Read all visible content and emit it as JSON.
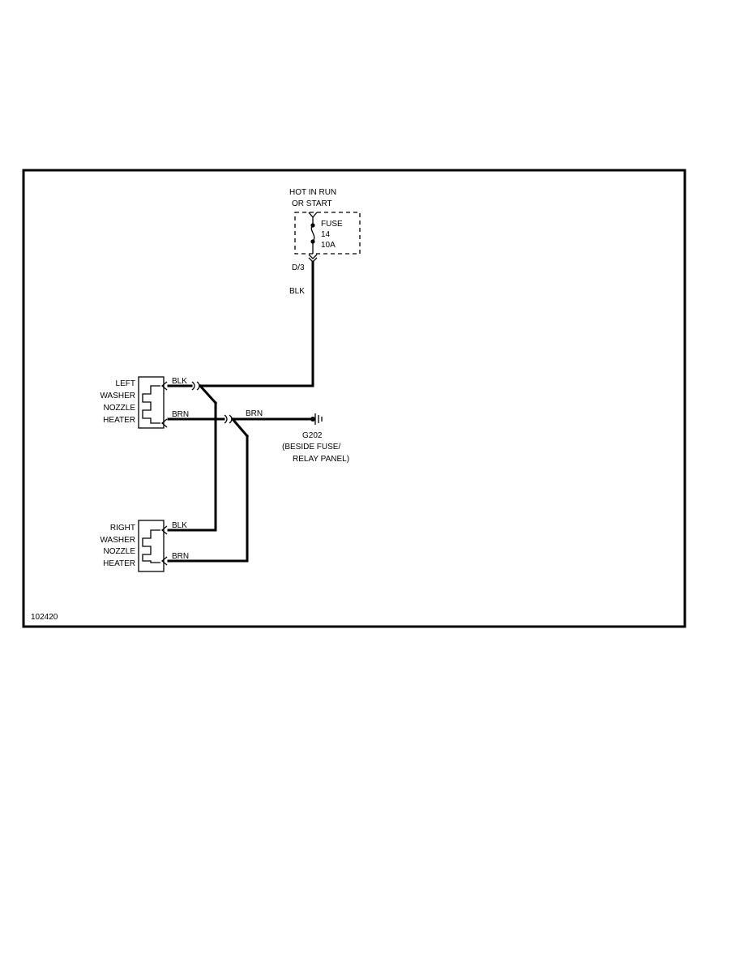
{
  "power_source": {
    "line1": "HOT IN RUN",
    "line2": "OR START"
  },
  "fuse": {
    "label": "FUSE",
    "number": "14",
    "rating": "10A",
    "connector": "D/3"
  },
  "wires": {
    "fuse_feed": "BLK",
    "left_blk": "BLK",
    "left_brn": "BRN",
    "ground_brn": "BRN",
    "right_blk": "BLK",
    "right_brn": "BRN"
  },
  "left_heater": {
    "lines": [
      "LEFT",
      "WASHER",
      "NOZZLE",
      "HEATER"
    ]
  },
  "right_heater": {
    "lines": [
      "RIGHT",
      "WASHER",
      "NOZZLE",
      "HEATER"
    ]
  },
  "ground": {
    "id": "G202",
    "location_line1": "(BESIDE FUSE/",
    "location_line2": "RELAY PANEL)"
  },
  "figure_id": "102420"
}
